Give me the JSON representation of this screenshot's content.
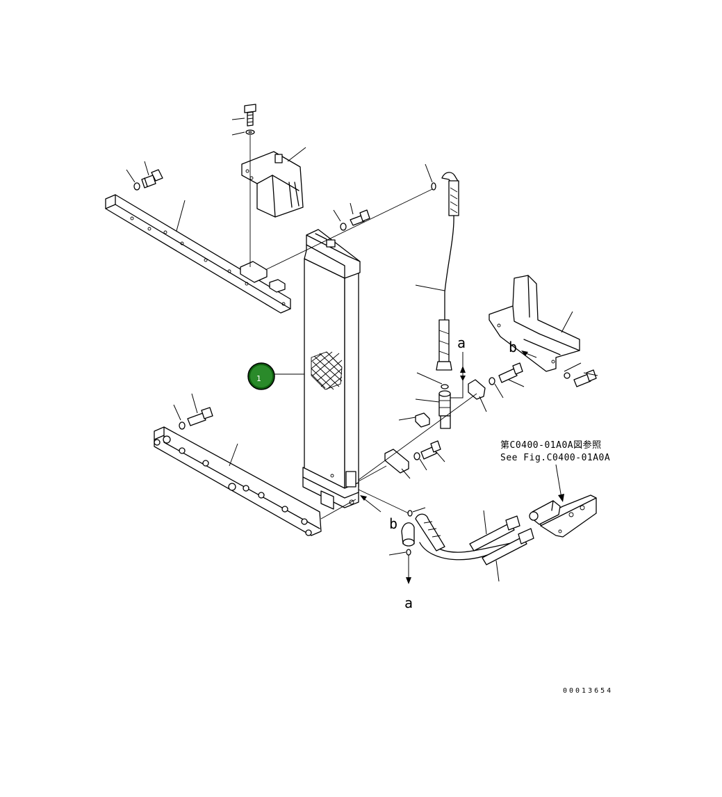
{
  "callout": {
    "number": "1",
    "color": "#1a7a1a"
  },
  "letters": {
    "a": "a",
    "b": "b"
  },
  "reference_note": {
    "line_jp": "第C0400-01A0A図参照",
    "line_en": "See Fig.C0400-01A0A"
  },
  "drawing_code": "00013654"
}
